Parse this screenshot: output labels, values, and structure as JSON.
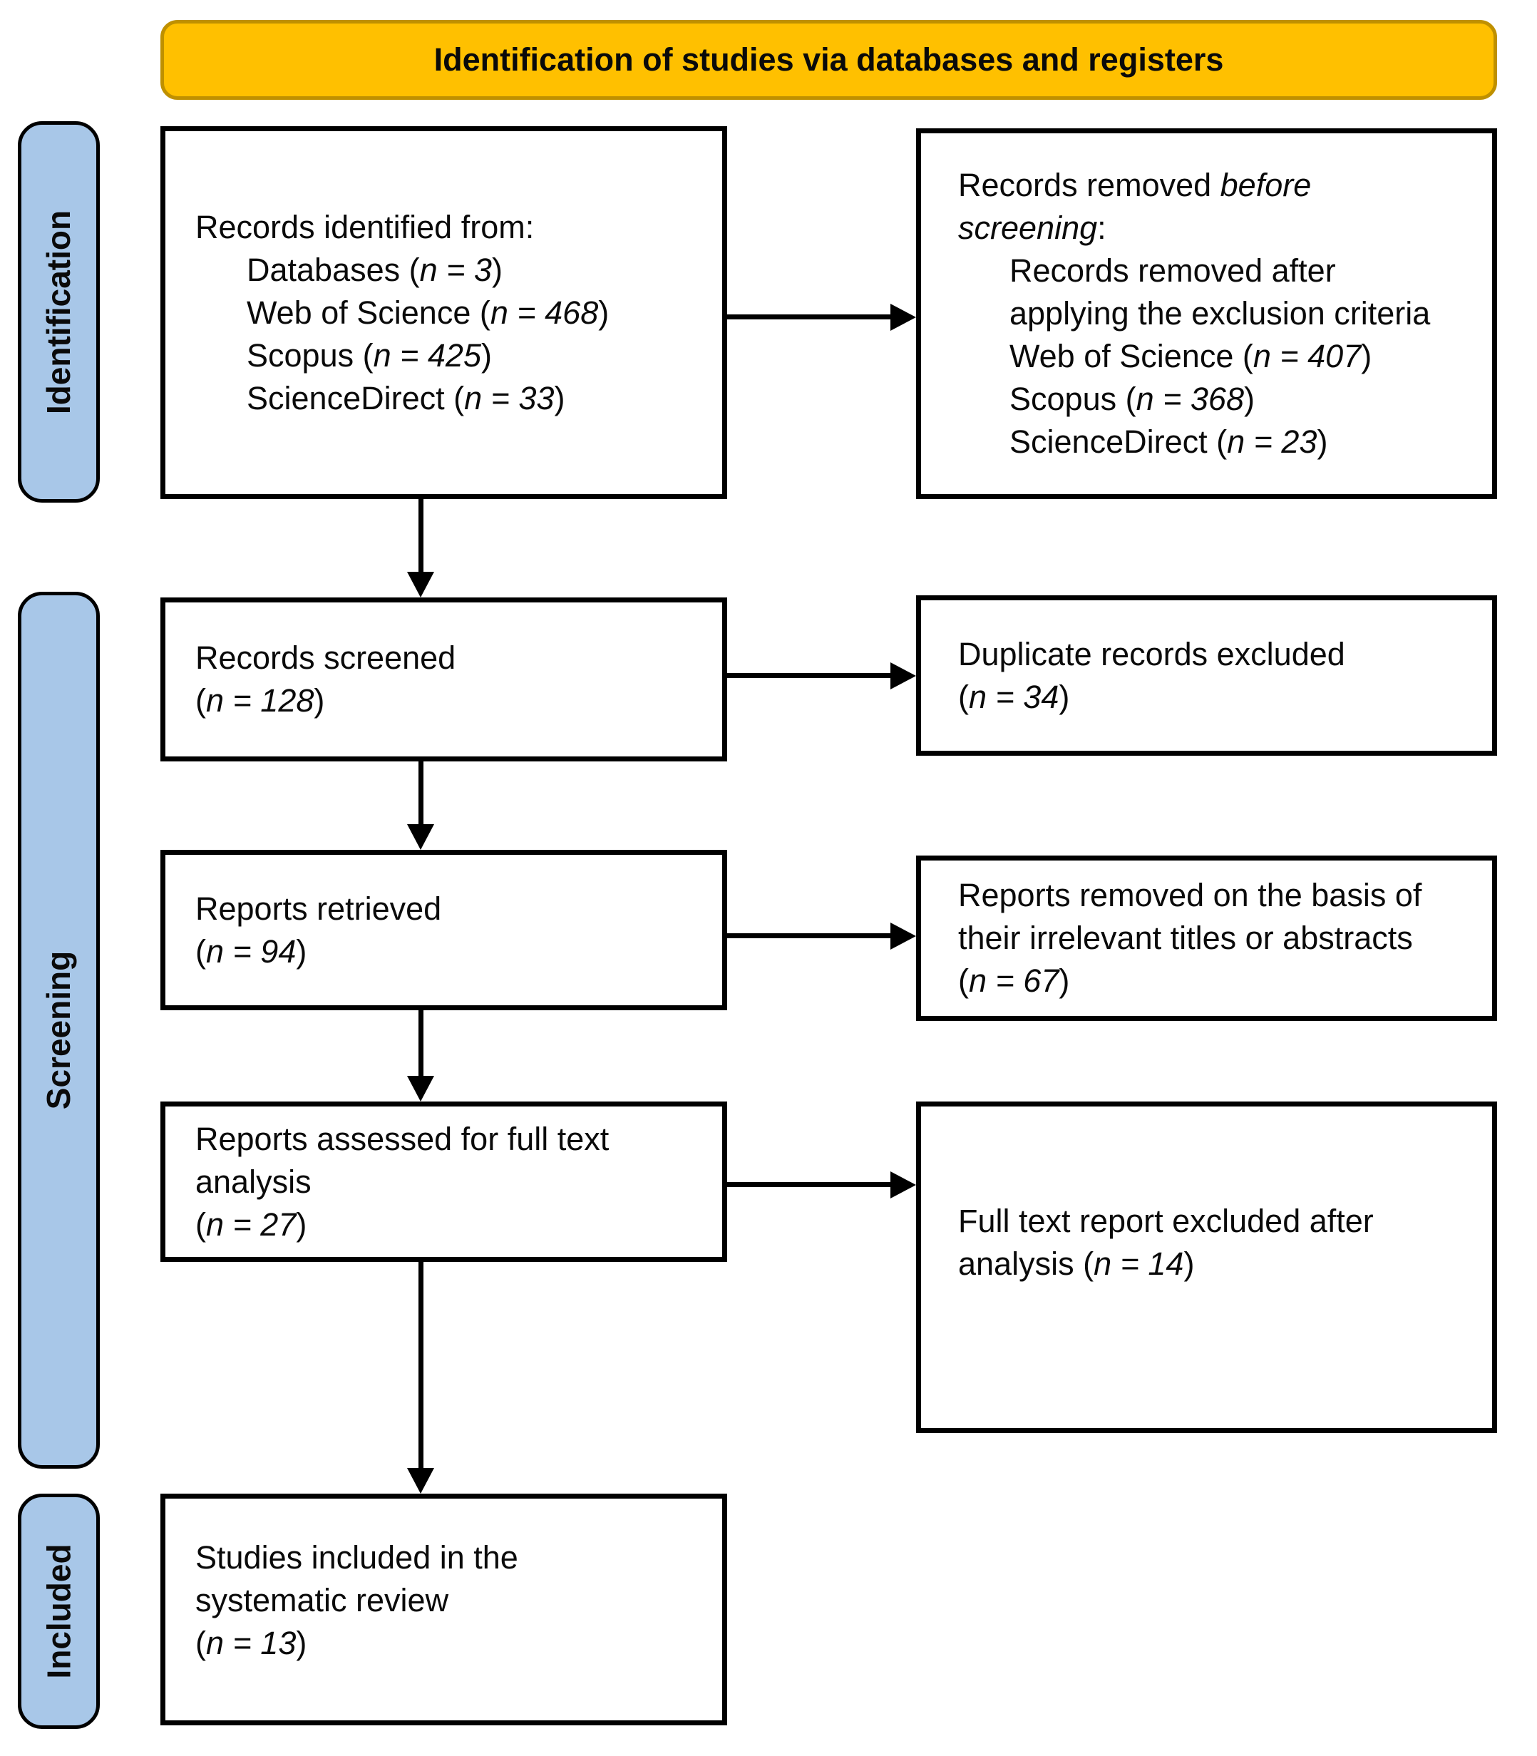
{
  "colors": {
    "banner_bg": "#FFC000",
    "banner_border": "#BF9000",
    "stage_bg": "#A8C7E8",
    "box_bg": "#FFFFFF",
    "line_color": "#000000",
    "text_color": "#0A0A0A"
  },
  "banner": {
    "title": "Identification of studies via databases and registers"
  },
  "stages": [
    {
      "label": "Identification"
    },
    {
      "label": "Screening"
    },
    {
      "label": "Included"
    }
  ],
  "boxes": {
    "records_identified": {
      "lines": [
        {
          "indent": false,
          "runs": [
            {
              "t": "Records identified from:"
            }
          ]
        },
        {
          "indent": true,
          "runs": [
            {
              "t": "Databases ("
            },
            {
              "t": "n = 3",
              "em": true
            },
            {
              "t": ")"
            }
          ]
        },
        {
          "indent": true,
          "runs": [
            {
              "t": "Web of Science ("
            },
            {
              "t": "n = 468",
              "em": true
            },
            {
              "t": ")"
            }
          ]
        },
        {
          "indent": true,
          "runs": [
            {
              "t": "Scopus ("
            },
            {
              "t": "n = 425",
              "em": true
            },
            {
              "t": ")"
            }
          ]
        },
        {
          "indent": true,
          "runs": [
            {
              "t": "ScienceDirect ("
            },
            {
              "t": "n = 33",
              "em": true
            },
            {
              "t": ")"
            }
          ]
        }
      ]
    },
    "records_removed_before_screening": {
      "lines": [
        {
          "indent": false,
          "runs": [
            {
              "t": "Records removed "
            },
            {
              "t": "before",
              "em": true
            }
          ]
        },
        {
          "indent": false,
          "runs": [
            {
              "t": "screening",
              "em": true
            },
            {
              "t": ":"
            }
          ]
        },
        {
          "indent": true,
          "runs": [
            {
              "t": "Records removed after"
            }
          ]
        },
        {
          "indent": true,
          "runs": [
            {
              "t": "applying the exclusion criteria"
            }
          ]
        },
        {
          "indent": true,
          "runs": [
            {
              "t": "Web of Science ("
            },
            {
              "t": "n = 407",
              "em": true
            },
            {
              "t": ")"
            }
          ]
        },
        {
          "indent": true,
          "runs": [
            {
              "t": "Scopus ("
            },
            {
              "t": "n = 368",
              "em": true
            },
            {
              "t": ")"
            }
          ]
        },
        {
          "indent": true,
          "runs": [
            {
              "t": "ScienceDirect ("
            },
            {
              "t": "n = 23",
              "em": true
            },
            {
              "t": ")"
            }
          ]
        }
      ]
    },
    "records_screened": {
      "lines": [
        {
          "indent": false,
          "runs": [
            {
              "t": "Records screened"
            }
          ]
        },
        {
          "indent": false,
          "runs": [
            {
              "t": "("
            },
            {
              "t": "n = 128",
              "em": true
            },
            {
              "t": ")"
            }
          ]
        }
      ]
    },
    "duplicates_excluded": {
      "lines": [
        {
          "indent": false,
          "runs": [
            {
              "t": "Duplicate records excluded"
            }
          ]
        },
        {
          "indent": false,
          "runs": [
            {
              "t": "("
            },
            {
              "t": "n = 34",
              "em": true
            },
            {
              "t": ")"
            }
          ]
        }
      ]
    },
    "reports_retrieved": {
      "lines": [
        {
          "indent": false,
          "runs": [
            {
              "t": "Reports retrieved"
            }
          ]
        },
        {
          "indent": false,
          "runs": [
            {
              "t": "("
            },
            {
              "t": "n = 94",
              "em": true
            },
            {
              "t": ")"
            }
          ]
        }
      ]
    },
    "reports_removed_irrelevant": {
      "lines": [
        {
          "indent": false,
          "runs": [
            {
              "t": "Reports removed on the basis of"
            }
          ]
        },
        {
          "indent": false,
          "runs": [
            {
              "t": "their irrelevant titles or abstracts"
            }
          ]
        },
        {
          "indent": false,
          "runs": [
            {
              "t": "("
            },
            {
              "t": "n = 67",
              "em": true
            },
            {
              "t": ")"
            }
          ]
        }
      ]
    },
    "reports_assessed": {
      "lines": [
        {
          "indent": false,
          "runs": [
            {
              "t": "Reports assessed for full text"
            }
          ]
        },
        {
          "indent": false,
          "runs": [
            {
              "t": "analysis"
            }
          ]
        },
        {
          "indent": false,
          "runs": [
            {
              "t": "("
            },
            {
              "t": "n = 27",
              "em": true
            },
            {
              "t": ")"
            }
          ]
        }
      ]
    },
    "full_text_excluded": {
      "lines": [
        {
          "indent": false,
          "runs": [
            {
              "t": "Full text report excluded after"
            }
          ]
        },
        {
          "indent": false,
          "runs": [
            {
              "t": "analysis ("
            },
            {
              "t": "n = 14",
              "em": true
            },
            {
              "t": ")"
            }
          ]
        }
      ]
    },
    "studies_included": {
      "lines": [
        {
          "indent": false,
          "runs": [
            {
              "t": "Studies included in the"
            }
          ]
        },
        {
          "indent": false,
          "runs": [
            {
              "t": "systematic review"
            }
          ]
        },
        {
          "indent": false,
          "runs": [
            {
              "t": "("
            },
            {
              "t": "n = 13",
              "em": true
            },
            {
              "t": ")"
            }
          ]
        }
      ]
    }
  }
}
